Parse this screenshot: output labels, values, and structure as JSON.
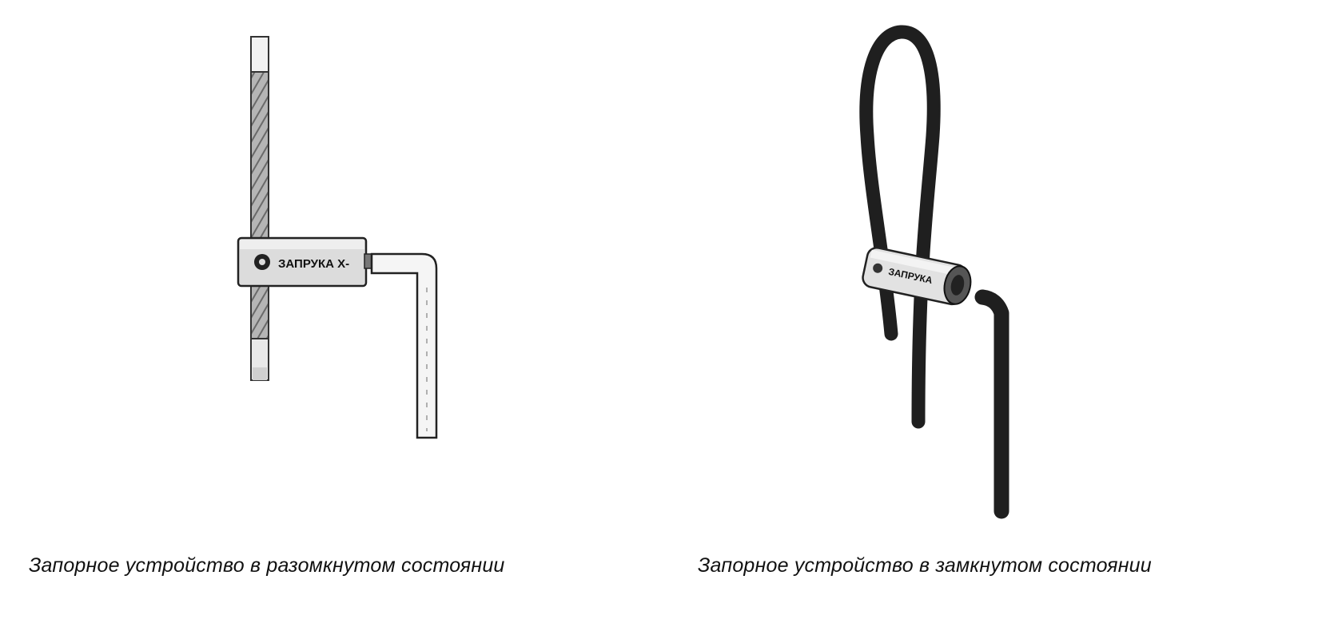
{
  "figures": [
    {
      "id": "open",
      "caption": "Запорное устройство в разомкнутом состоянии",
      "device_marking": "ЗАПРУКА Х-"
    },
    {
      "id": "closed",
      "caption": "Запорное устройство в замкнутом состоянии",
      "device_marking": "ЗАПРУКА"
    }
  ],
  "colors": {
    "rod": "#8a8a8a",
    "rod_dark": "#444444",
    "body": "#d8d8d8",
    "cable": "#2a2a2a",
    "outline": "#222222"
  }
}
